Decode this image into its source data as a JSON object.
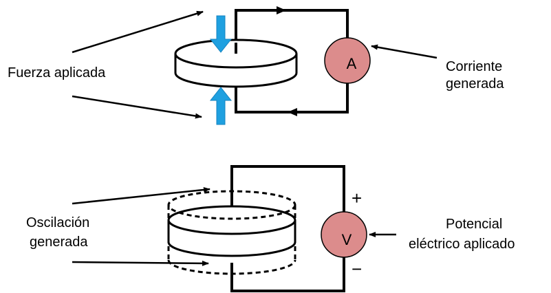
{
  "top": {
    "force_label": "Fuerza aplicada",
    "current_label_line1": "Corriente",
    "current_label_line2": "generada",
    "meter_letter": "A"
  },
  "bottom": {
    "oscillation_label_line1": "Oscilación",
    "oscillation_label_line2": "generada",
    "potential_label_line1": "Potencial",
    "potential_label_line2": "eléctrico aplicado",
    "meter_letter": "V",
    "plus_sign": "+",
    "minus_sign": "−"
  },
  "colors": {
    "meter_fill": "#dc8c8c",
    "force_arrow": "#1fa0e0",
    "wire": "#000000"
  }
}
